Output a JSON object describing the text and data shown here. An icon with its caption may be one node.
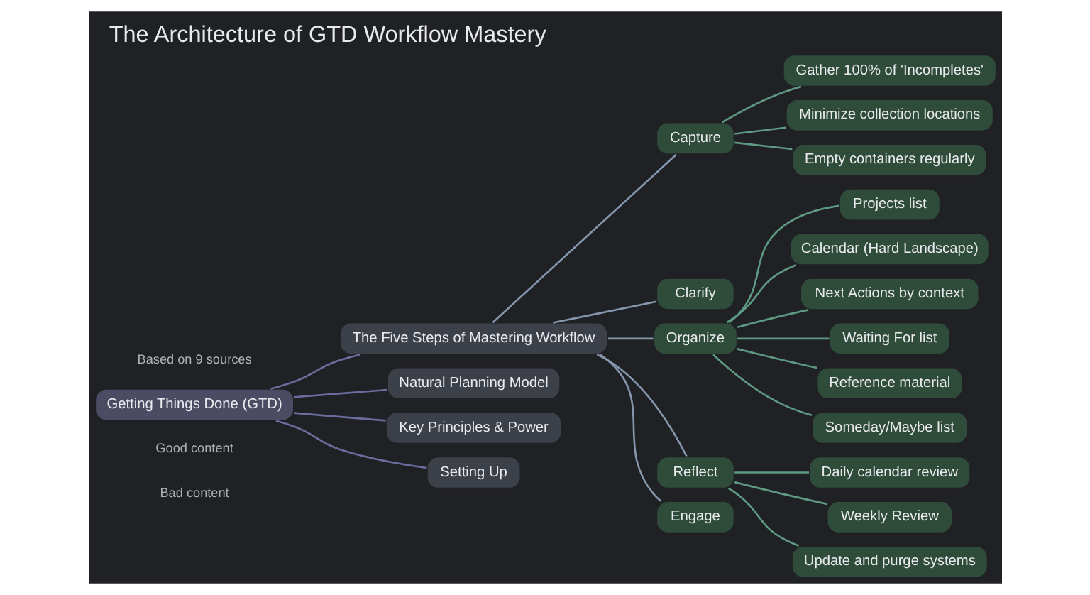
{
  "diagram": {
    "title": "The Architecture of GTD Workflow Mastery",
    "nodes": [
      {
        "text": [
          "Getting Things Done (GTD)"
        ]
      },
      {
        "text": [
          "The Five Steps of Mastering Workflow"
        ]
      },
      {
        "text": [
          "Natural Planning Model"
        ]
      },
      {
        "text": [
          "Key Principles & Power"
        ]
      },
      {
        "text": [
          "Setting Up"
        ]
      },
      {
        "text": [
          "Capture"
        ]
      },
      {
        "text": [
          "Gather 100% of 'Incompletes'"
        ]
      },
      {
        "text": [
          "Minimize collection locations"
        ]
      },
      {
        "text": [
          "Empty containers regularly"
        ]
      },
      {
        "text": [
          "Clarify"
        ]
      },
      {
        "text": [
          "Organize"
        ]
      },
      {
        "text": [
          "Projects list"
        ]
      },
      {
        "text": [
          "Calendar (Hard Landscape)"
        ]
      },
      {
        "text": [
          "Next Actions by context"
        ]
      },
      {
        "text": [
          "Waiting For list"
        ]
      },
      {
        "text": [
          "Reference material"
        ]
      },
      {
        "text": [
          "Someday/Maybe list"
        ]
      },
      {
        "text": [
          "Reflect"
        ]
      },
      {
        "text": [
          "Daily calendar review"
        ]
      },
      {
        "text": [
          "Weekly Review"
        ]
      },
      {
        "text": [
          "Update and purge systems"
        ]
      },
      {
        "text": [
          "Engage"
        ]
      }
    ],
    "edges": [
      {
        "from": 0,
        "to": 1,
        "arrow": "none",
        "color": "#6b6d9e"
      },
      {
        "from": 0,
        "to": 2,
        "arrow": "none",
        "color": "#6b6d9e"
      },
      {
        "from": 0,
        "to": 3,
        "arrow": "none",
        "color": "#6b6d9e"
      },
      {
        "from": 0,
        "to": 4,
        "arrow": "none",
        "color": "#6b6d9e"
      },
      {
        "from": 1,
        "to": 5,
        "arrow": "none",
        "color": "#8596ad"
      },
      {
        "from": 1,
        "to": 9,
        "arrow": "none",
        "color": "#8596ad"
      },
      {
        "from": 1,
        "to": 10,
        "arrow": "none",
        "color": "#8596ad"
      },
      {
        "from": 1,
        "to": 17,
        "arrow": "none",
        "color": "#8596ad"
      },
      {
        "from": 1,
        "to": 21,
        "arrow": "none",
        "color": "#8596ad"
      },
      {
        "from": 5,
        "to": 6,
        "arrow": "none"
      },
      {
        "from": 5,
        "to": 7,
        "arrow": "none"
      },
      {
        "from": 5,
        "to": 8,
        "arrow": "none"
      },
      {
        "from": 10,
        "to": 11,
        "arrow": "none"
      },
      {
        "from": 10,
        "to": 12,
        "arrow": "none"
      },
      {
        "from": 10,
        "to": 13,
        "arrow": "none"
      },
      {
        "from": 10,
        "to": 14,
        "arrow": "none"
      },
      {
        "from": 10,
        "to": 15,
        "arrow": "none"
      },
      {
        "from": 10,
        "to": 16,
        "arrow": "none"
      },
      {
        "from": 17,
        "to": 18,
        "arrow": "none"
      },
      {
        "from": 17,
        "to": 19,
        "arrow": "none"
      },
      {
        "from": 17,
        "to": 20,
        "arrow": "none"
      }
    ],
    "labels": [
      "Based on 9 sources",
      "Good content",
      "Bad content"
    ]
  }
}
